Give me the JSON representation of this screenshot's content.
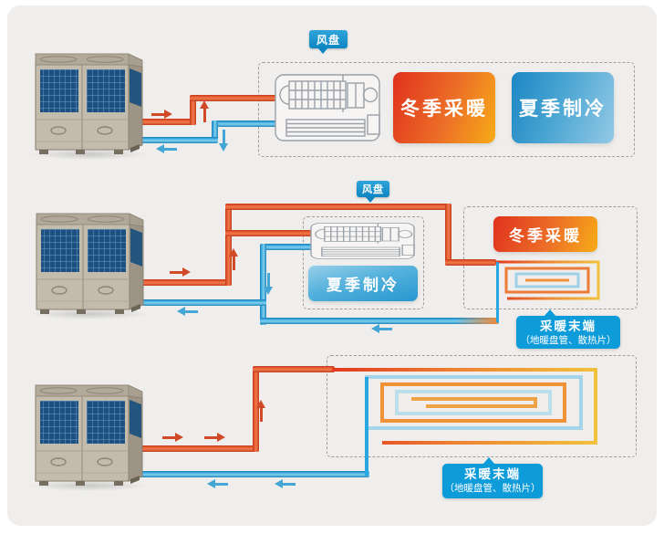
{
  "rows": {
    "row1": {
      "tag": "风盘",
      "winter_badge": "冬季采暖",
      "summer_badge": "夏季制冷"
    },
    "row2": {
      "tag": "风盘",
      "summer_badge": "夏季制冷",
      "winter_badge": "冬季采暖",
      "callout": {
        "line1": "采暖末端",
        "line2": "（地暖盘管、散热片）"
      }
    },
    "row3": {
      "callout": {
        "line1": "采暖末端",
        "line2": "（地暖盘管、散热片）"
      }
    }
  },
  "colors": {
    "canvas_bg": "#efeeec",
    "hot_pipe": "#ea5c30",
    "cold_pipe": "#3fade2",
    "tag_blue": "#0f86c2",
    "callout_blue": "#0e9bd9",
    "winter_gradient": [
      "#e0311d",
      "#f7ac17"
    ],
    "summer_gradient": [
      "#1b86c4",
      "#93c9e6"
    ]
  }
}
